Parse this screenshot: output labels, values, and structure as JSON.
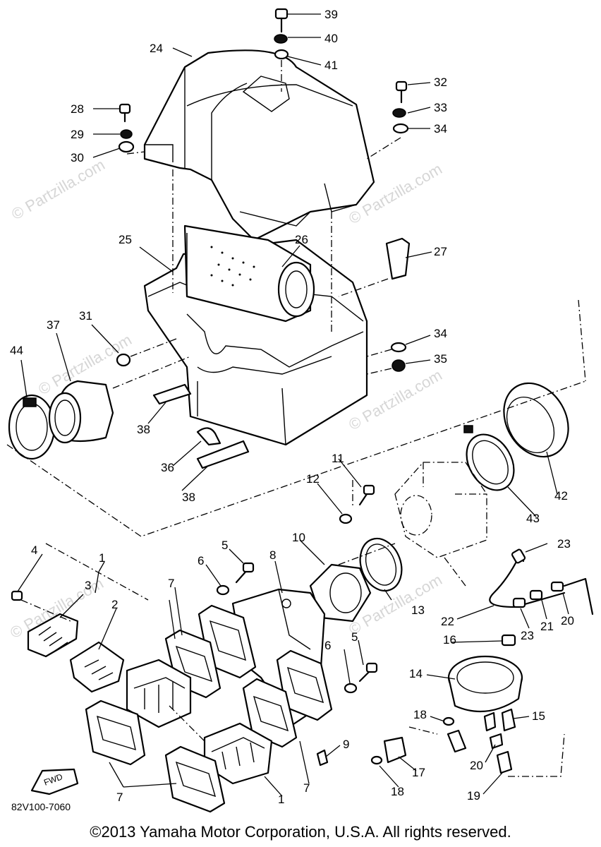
{
  "watermark": "© Partzilla.com",
  "copyright": "©2013 Yamaha Motor Corporation, U.S.A. All rights reserved.",
  "diagram_code": "82V100-7060",
  "fwd_label": "FWD",
  "callouts": {
    "c1": "1",
    "c1b": "1",
    "c2": "2",
    "c3": "3",
    "c4": "4",
    "c5": "5",
    "c5b": "5",
    "c6": "6",
    "c6b": "6",
    "c7": "7",
    "c7b": "7",
    "c7c": "7",
    "c8": "8",
    "c9": "9",
    "c10": "10",
    "c11": "11",
    "c12": "12",
    "c13": "13",
    "c14": "14",
    "c15": "15",
    "c16": "16",
    "c17": "17",
    "c18": "18",
    "c18b": "18",
    "c19": "19",
    "c20": "20",
    "c20b": "20",
    "c21": "21",
    "c22": "22",
    "c23": "23",
    "c23b": "23",
    "c24": "24",
    "c25": "25",
    "c26": "26",
    "c27": "27",
    "c28": "28",
    "c29": "29",
    "c30": "30",
    "c31": "31",
    "c32": "32",
    "c33": "33",
    "c34": "34",
    "c34b": "34",
    "c35": "35",
    "c36": "36",
    "c37": "37",
    "c38": "38",
    "c38b": "38",
    "c39": "39",
    "c40": "40",
    "c41": "41",
    "c42": "42",
    "c43": "43",
    "c44": "44"
  }
}
